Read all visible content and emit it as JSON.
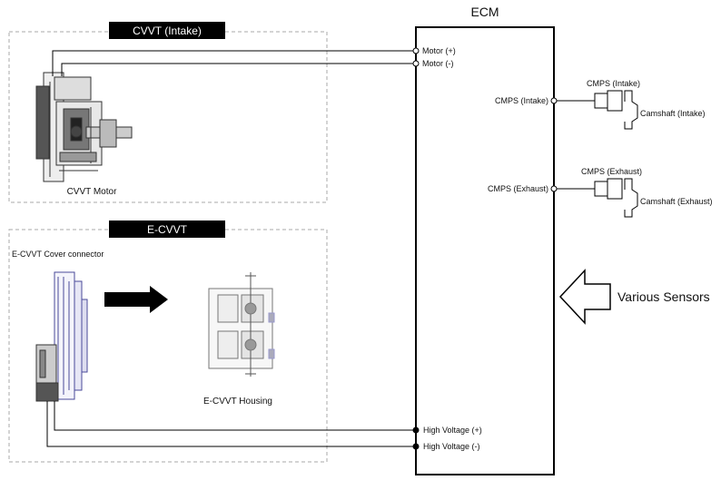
{
  "ecm": {
    "title": "ECM"
  },
  "cvvt_intake": {
    "banner": "CVVT (Intake)",
    "caption": "CVVT Motor",
    "pins": {
      "motor_pos": "Motor (+)",
      "motor_neg": "Motor (-)"
    }
  },
  "e_cvvt": {
    "banner": "E-CVVT",
    "cover_label": "E-CVVT Cover connector",
    "housing_label": "E-CVVT Housing",
    "pins": {
      "hv_pos": "High Voltage (+)",
      "hv_neg": "High Voltage (-)"
    }
  },
  "cmps_intake": {
    "pin_label": "CMPS (Intake)",
    "sensor_label": "CMPS (Intake)",
    "camshaft_label": "Camshaft (Intake)"
  },
  "cmps_exhaust": {
    "pin_label": "CMPS (Exhaust)",
    "sensor_label": "CMPS (Exhaust)",
    "camshaft_label": "Camshaft (Exhaust)"
  },
  "various_sensors": {
    "label": "Various Sensors"
  }
}
